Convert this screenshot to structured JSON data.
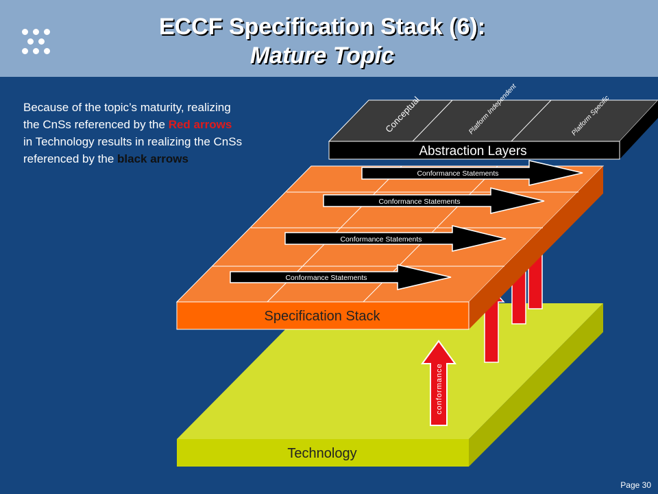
{
  "header": {
    "title_line1": "ECCF Specification Stack (6):",
    "title_line2": "Mature Topic"
  },
  "description": {
    "part1": "Because of the topic’s maturity, realizing the CnSs referenced by the ",
    "red_phrase": "Red arrows",
    "part2": " in Technology results in realizing the CnSs referenced by the ",
    "black_phrase": "black arrows"
  },
  "abstraction": {
    "label": "Abstraction Layers",
    "columns": [
      "Conceptual",
      "Platform Independent",
      "Platform Specific"
    ]
  },
  "spec_stack": {
    "label": "Specification Stack",
    "conformance_labels": [
      "Conformance Statements",
      "Conformance Statements",
      "Conformance Statements",
      "Conformance Statements"
    ]
  },
  "technology": {
    "label": "Technology",
    "arrow_label": "conformance"
  },
  "footer": {
    "page": "Page 30"
  },
  "colors": {
    "background": "#15457e",
    "header": "#8aa9cb",
    "technology": "#d4df2e",
    "spec_orange": "#f57f33",
    "spec_front": "#ff6600",
    "red_arrow": "#e8111a",
    "dark_slab": "#3a3a3a"
  }
}
